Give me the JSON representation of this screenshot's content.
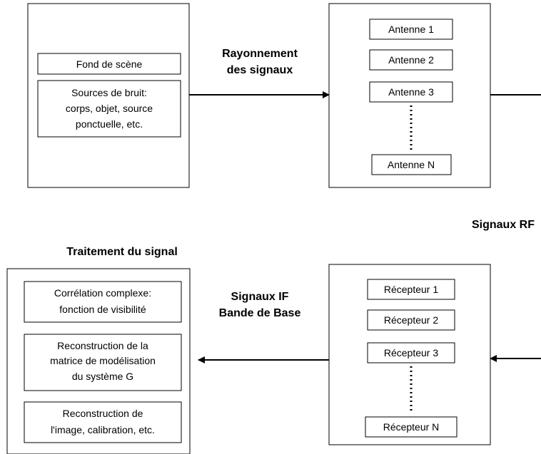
{
  "scene": {
    "background_label": "Fond de scène",
    "noise_lines": [
      "Sources de bruit:",
      "corps, objet, source",
      "ponctuelle, etc."
    ]
  },
  "radiation_label": [
    "Rayonnement",
    "des signaux"
  ],
  "antennas": [
    "Antenne 1",
    "Antenne 2",
    "Antenne 3",
    "Antenne N"
  ],
  "rf_label": "Signaux RF",
  "processing": {
    "title": "Traitement du signal",
    "correlation_lines": [
      "Corrélation complexe:",
      "fonction de visibilité"
    ],
    "reconstruction_lines": [
      "Reconstruction de la",
      "matrice de modélisation",
      "du système G"
    ],
    "image_lines": [
      "Reconstruction de",
      "l'image, calibration, etc."
    ]
  },
  "if_label": [
    "Signaux IF",
    "Bande de Base"
  ],
  "receivers": [
    "Récepteur 1",
    "Récepteur 2",
    "Récepteur 3",
    "Récepteur N"
  ],
  "colors": {
    "stroke": "#000000",
    "background": "#ffffff"
  }
}
